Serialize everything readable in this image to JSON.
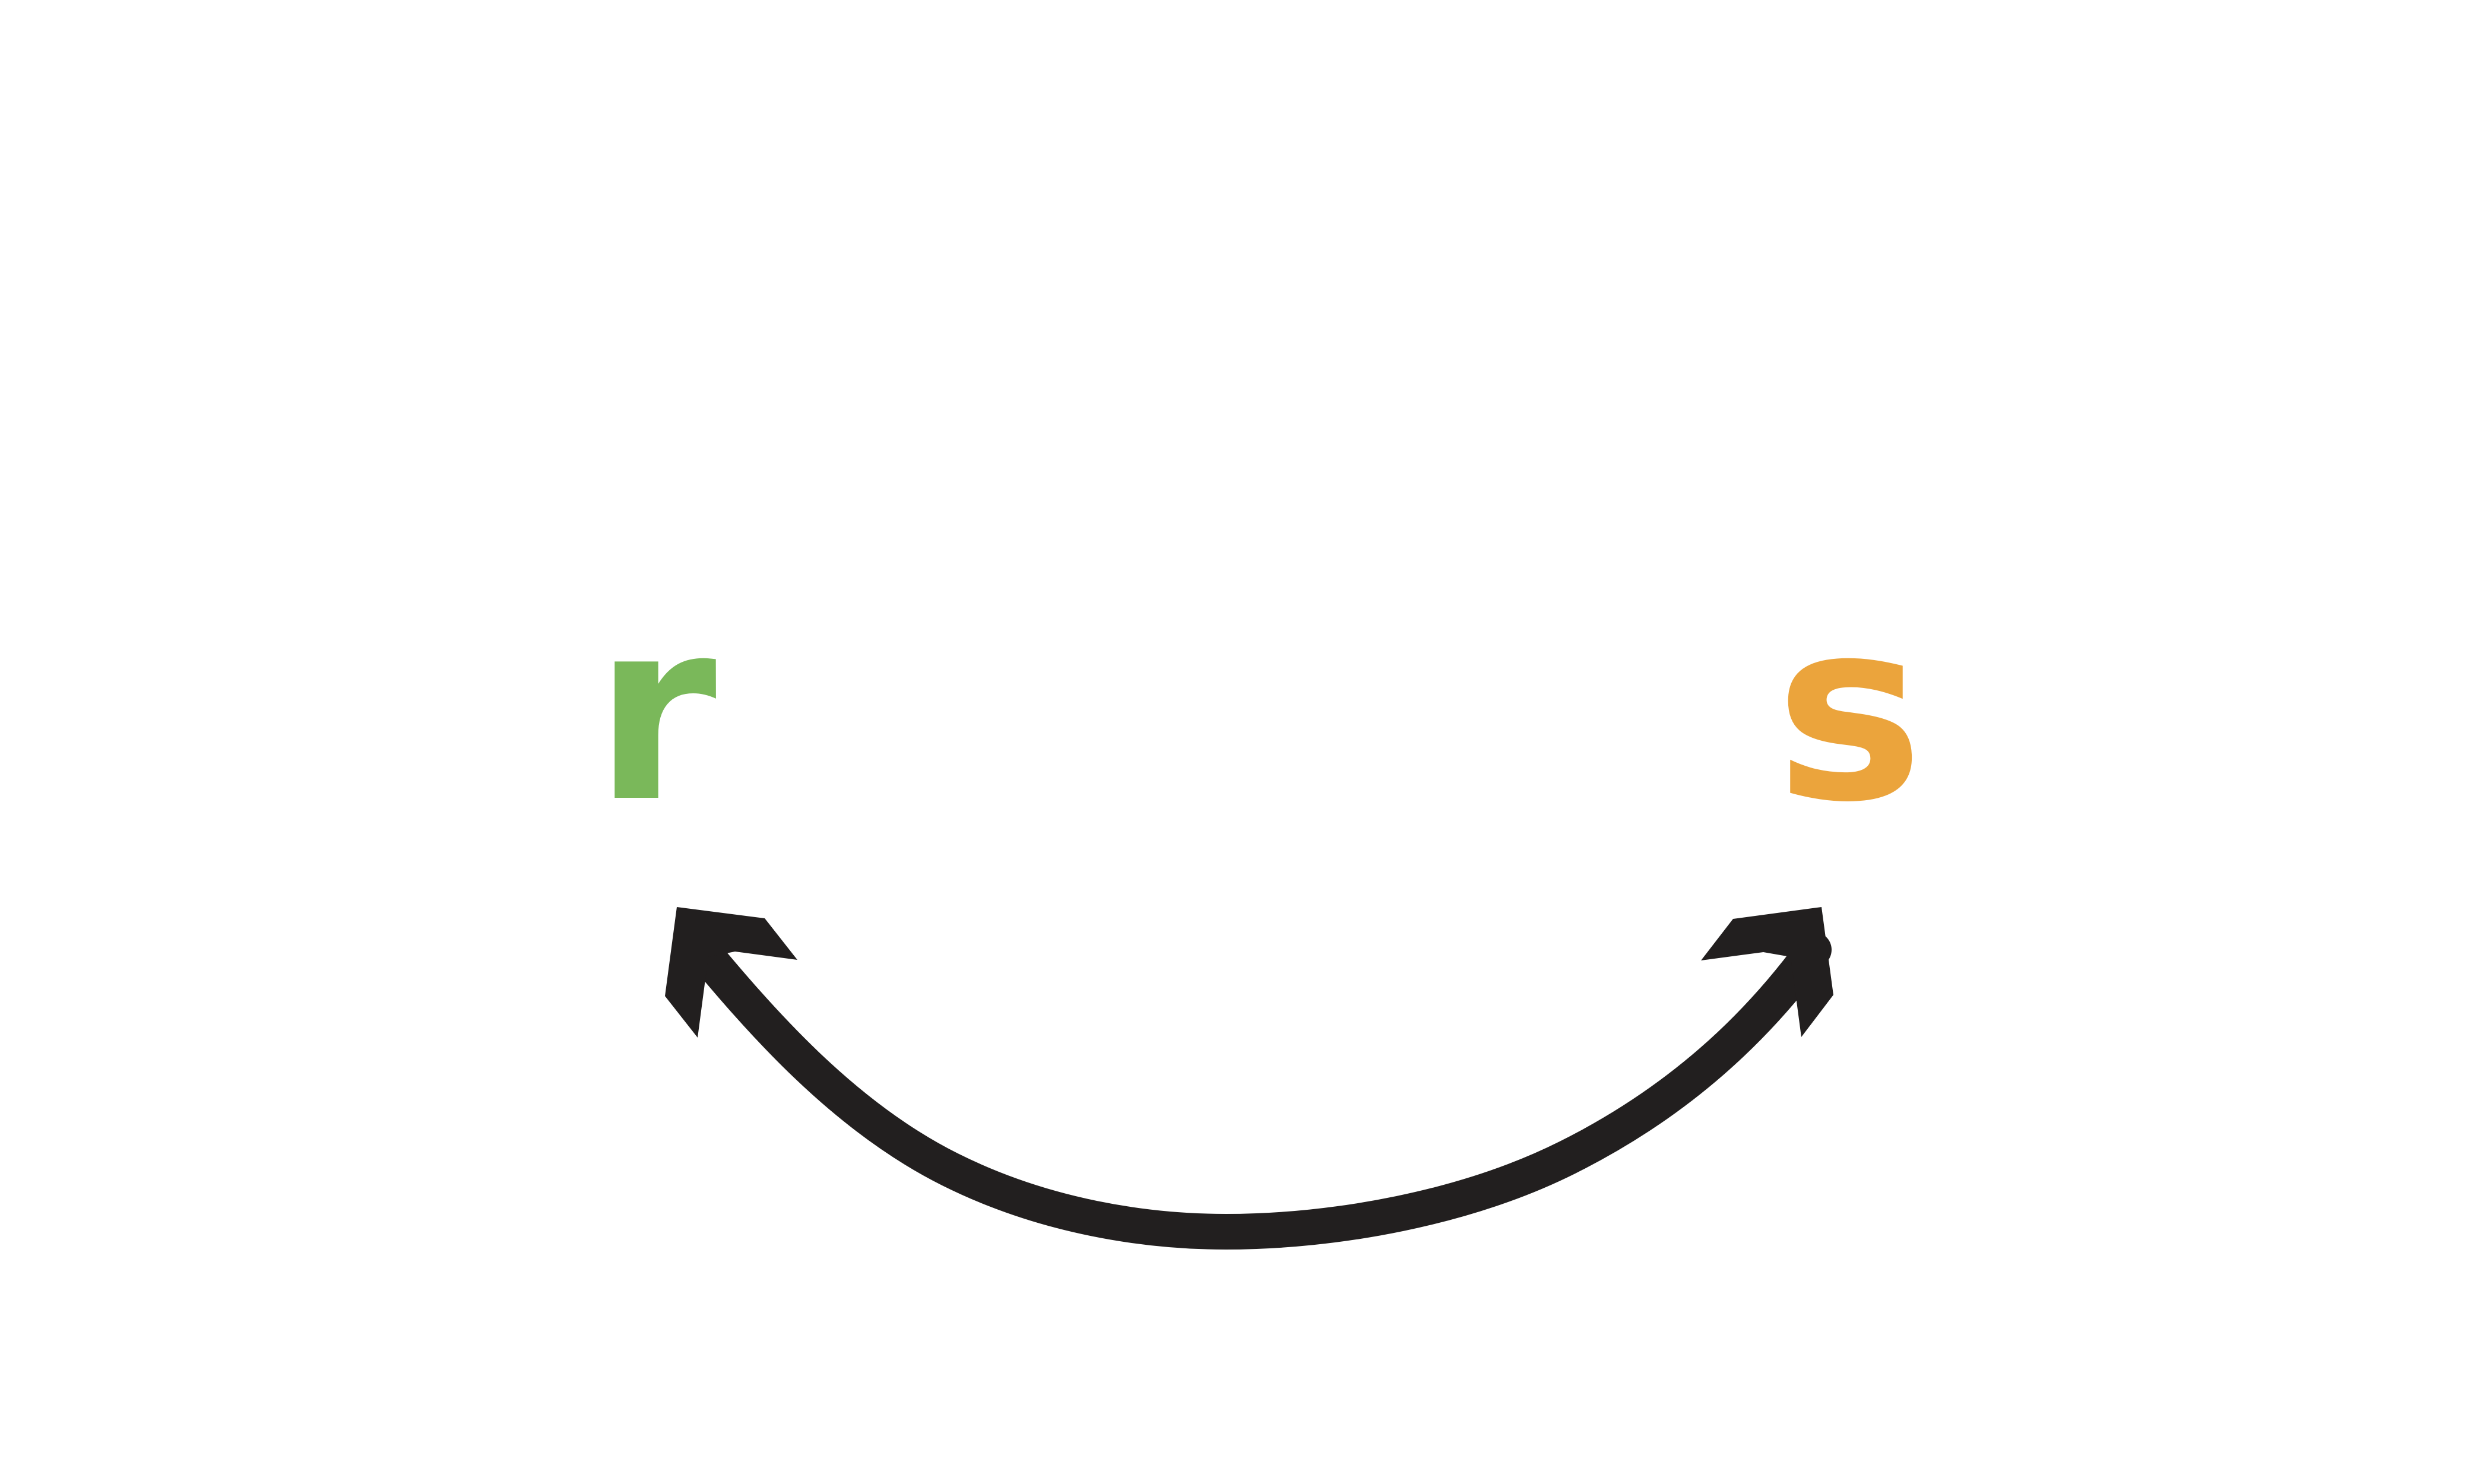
{
  "diagram": {
    "left_label": "r",
    "right_label": "s",
    "left_color": "#7ab85a",
    "right_color": "#eba43c",
    "arrow_color": "#221f1f",
    "connector": "double-headed-curved-arrow"
  }
}
